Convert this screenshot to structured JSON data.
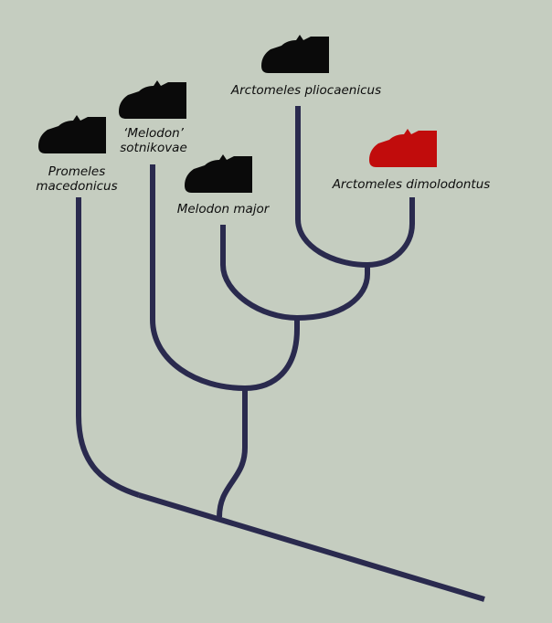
{
  "diagram": {
    "type": "phylogenetic-tree",
    "colors": {
      "background": "#c5cdc0",
      "branch": "#2a2a4e",
      "silhouette": "#0a0a0a",
      "highlight": "#c10c0c"
    },
    "taxa": [
      {
        "id": "promeles",
        "line1": "Promeles",
        "line2": "macedonicus",
        "highlighted": false
      },
      {
        "id": "melodon-sot",
        "line1": "‘Melodon’",
        "line2": "sotnikovae",
        "highlighted": false
      },
      {
        "id": "melodon-major",
        "line1": "Melodon major",
        "line2": "",
        "highlighted": false
      },
      {
        "id": "arct-plio",
        "line1": "Arctomeles pliocaenicus",
        "line2": "",
        "highlighted": false
      },
      {
        "id": "arct-dimo",
        "line1": "Arctomeles dimolodontus",
        "line2": "",
        "highlighted": true
      }
    ]
  }
}
